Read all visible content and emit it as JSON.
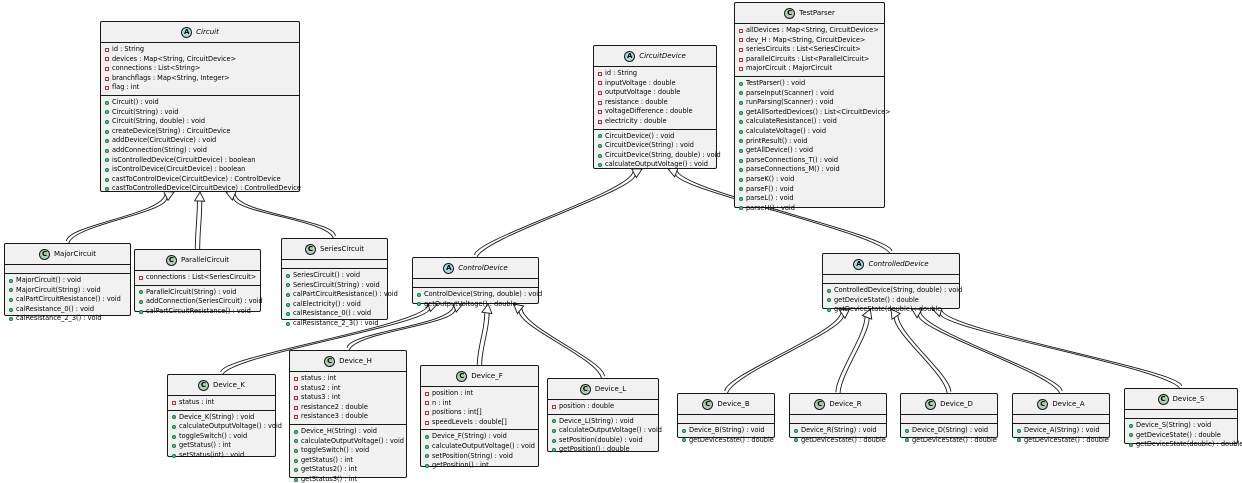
{
  "classes": [
    {
      "id": "Circuit",
      "name": "Circuit",
      "abstract": true,
      "fields": [
        "id : String",
        "devices : Map<String, CircuitDevice>",
        "connections : List<String>",
        "branchflags : Map<String, Integer>",
        "flag : int"
      ],
      "methods": [
        "Circuit() : void",
        "Circuit(String) : void",
        "Circuit(String, double) : void",
        "createDevice(String) : CircuitDevice",
        "addDevice(CircuitDevice) : void",
        "addConnection(String) : void",
        "isControlledDevice(CircuitDevice) : boolean",
        "isControlDevice(CircuitDevice) : boolean",
        "castToControlDevice(CircuitDevice) : ControlDevice",
        "castToControlledDevice(CircuitDevice) : ControlledDevice"
      ]
    },
    {
      "id": "CircuitDevice",
      "name": "CircuitDevice",
      "abstract": true,
      "fields": [
        "id : String",
        "inputVoltage : double",
        "outputVoltage : double",
        "resistance : double",
        "voltageDifference : double",
        "electricity : double"
      ],
      "methods": [
        "CircuitDevice() : void",
        "CircuitDevice(String) : void",
        "CircuitDevice(String, double) : void",
        "calculateOutputVoltage() : void"
      ]
    },
    {
      "id": "TestParser",
      "name": "TestParser",
      "abstract": false,
      "fields": [
        "allDevices : Map<String, CircuitDevice>",
        "dev_H : Map<String, CircuitDevice>",
        "seriesCircuits : List<SeriesCircuit>",
        "parallelCircuits : List<ParallelCircuit>",
        "majorCircuit : MajorCircuit"
      ],
      "methods": [
        "TestParser() : void",
        "parseInput(Scanner) : void",
        "runParsing(Scanner) : void",
        "getAllSortedDevices() : List<CircuitDevice>",
        "calculateResistance() : void",
        "calculateVoltage() : void",
        "printResult() : void",
        "getAllDevice() : void",
        "parseConnections_T() : void",
        "parseConnections_M() : void",
        "parseK() : void",
        "parseF() : void",
        "parseL() : void",
        "parseH() : void"
      ]
    },
    {
      "id": "MajorCircuit",
      "name": "MajorCircuit",
      "abstract": false,
      "fields": [],
      "methods": [
        "MajorCircuit() : void",
        "MajorCircuit(String) : void",
        "calPartCircuitResistance() : void",
        "calResistance_0() : void",
        "calResistance_2_3() : void"
      ]
    },
    {
      "id": "ParallelCircuit",
      "name": "ParallelCircuit",
      "abstract": false,
      "fields": [
        "connections : List<SeriesCircuit>"
      ],
      "methods": [
        "ParallelCircuit(String) : void",
        "addConnection(SeriesCircuit) : void",
        "calPartCircuitResistance() : void"
      ]
    },
    {
      "id": "SeriesCircuit",
      "name": "SeriesCircuit",
      "abstract": false,
      "fields": [],
      "methods": [
        "SeriesCircuit() : void",
        "SeriesCircuit(String) : void",
        "calPartCircuitResistance() : void",
        "calElectricity() : void",
        "calResistance_0() : void",
        "calResistance_2_3() : void"
      ]
    },
    {
      "id": "ControlDevice",
      "name": "ControlDevice",
      "abstract": true,
      "fields": [],
      "methods": [
        "ControlDevice(String, double) : void",
        "getOutputVoltage() : double"
      ]
    },
    {
      "id": "ControlledDevice",
      "name": "ControlledDevice",
      "abstract": true,
      "fields": [],
      "methods": [
        "ControlledDevice(String, double) : void",
        "getDeviceState() : double",
        "getDeviceState(double) : double"
      ]
    },
    {
      "id": "Device_K",
      "name": "Device_K",
      "abstract": false,
      "fields": [
        "status : int"
      ],
      "methods": [
        "Device_K(String) : void",
        "calculateOutputVoltage() : void",
        "toggleSwitch() : void",
        "getStatus() : int",
        "setStatus(int) : void"
      ]
    },
    {
      "id": "Device_H",
      "name": "Device_H",
      "abstract": false,
      "fields": [
        "status : int",
        "status2 : int",
        "status3 : int",
        "resistance2 : double",
        "resistance3 : double"
      ],
      "methods": [
        "Device_H(String) : void",
        "calculateOutputVoltage() : void",
        "toggleSwitch() : void",
        "getStatus() : int",
        "getStatus2() : int",
        "getStatus3() : int"
      ]
    },
    {
      "id": "Device_F",
      "name": "Device_F",
      "abstract": false,
      "fields": [
        "position : int",
        "n : int",
        "positions : int[]",
        "speedLevels : double[]"
      ],
      "methods": [
        "Device_F(String) : void",
        "calculateOutputVoltage() : void",
        "setPosition(String) : void",
        "getPosition() : int"
      ]
    },
    {
      "id": "Device_L",
      "name": "Device_L",
      "abstract": false,
      "fields": [
        "position : double"
      ],
      "methods": [
        "Device_L(String) : void",
        "calculateOutputVoltage() : void",
        "setPosition(double) : void",
        "getPosition() : double"
      ]
    },
    {
      "id": "Device_B",
      "name": "Device_B",
      "abstract": false,
      "fields": [],
      "methods": [
        "Device_B(String) : void",
        "getDeviceState() : double"
      ]
    },
    {
      "id": "Device_R",
      "name": "Device_R",
      "abstract": false,
      "fields": [],
      "methods": [
        "Device_R(String) : void",
        "getDeviceState() : double"
      ]
    },
    {
      "id": "Device_D",
      "name": "Device_D",
      "abstract": false,
      "fields": [],
      "methods": [
        "Device_D(String) : void",
        "getDeviceState() : double"
      ]
    },
    {
      "id": "Device_A",
      "name": "Device_A",
      "abstract": false,
      "fields": [],
      "methods": [
        "Device_A(String) : void",
        "getDeviceState() : double"
      ]
    },
    {
      "id": "Device_S",
      "name": "Device_S",
      "abstract": false,
      "fields": [],
      "methods": [
        "Device_S(String) : void",
        "getDeviceState() : double",
        "getDeviceState(double) : double"
      ]
    }
  ],
  "inheritance": [
    {
      "child": "MajorCircuit",
      "parent": "Circuit"
    },
    {
      "child": "ParallelCircuit",
      "parent": "Circuit"
    },
    {
      "child": "SeriesCircuit",
      "parent": "Circuit"
    },
    {
      "child": "ControlDevice",
      "parent": "CircuitDevice"
    },
    {
      "child": "ControlledDevice",
      "parent": "CircuitDevice"
    },
    {
      "child": "Device_K",
      "parent": "ControlDevice"
    },
    {
      "child": "Device_H",
      "parent": "ControlDevice"
    },
    {
      "child": "Device_F",
      "parent": "ControlDevice"
    },
    {
      "child": "Device_L",
      "parent": "ControlDevice"
    },
    {
      "child": "Device_B",
      "parent": "ControlledDevice"
    },
    {
      "child": "Device_R",
      "parent": "ControlledDevice"
    },
    {
      "child": "Device_D",
      "parent": "ControlledDevice"
    },
    {
      "child": "Device_A",
      "parent": "ControlledDevice"
    },
    {
      "child": "Device_S",
      "parent": "ControlledDevice"
    }
  ],
  "colors": {
    "class_fill": "#f1f1f1",
    "border": "#181818",
    "class_badge": "#add1b2",
    "abstract_badge": "#a9dcdf",
    "private_marker": "#c82930",
    "public_marker": "#84be84"
  }
}
